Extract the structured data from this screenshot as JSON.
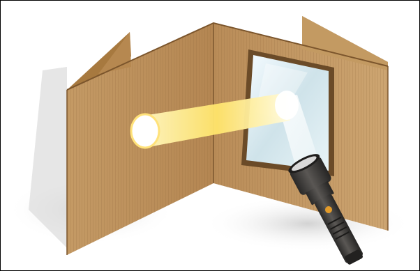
{
  "scene": {
    "colors": {
      "background": "#ffffff",
      "border": "#000000",
      "cardboard_light": "#c9a06a",
      "cardboard_mid": "#b88b56",
      "cardboard_dark": "#8f6a3f",
      "mirror": "#cfe6ec",
      "beam_yellow": "#fff3a6",
      "beam_white": "#ffffff",
      "flashlight_body": "#3e3c3a",
      "flashlight_accent": "#e39b2a"
    },
    "objects": [
      "cardboard-stand",
      "mirror",
      "light-beam",
      "flashlight"
    ]
  }
}
